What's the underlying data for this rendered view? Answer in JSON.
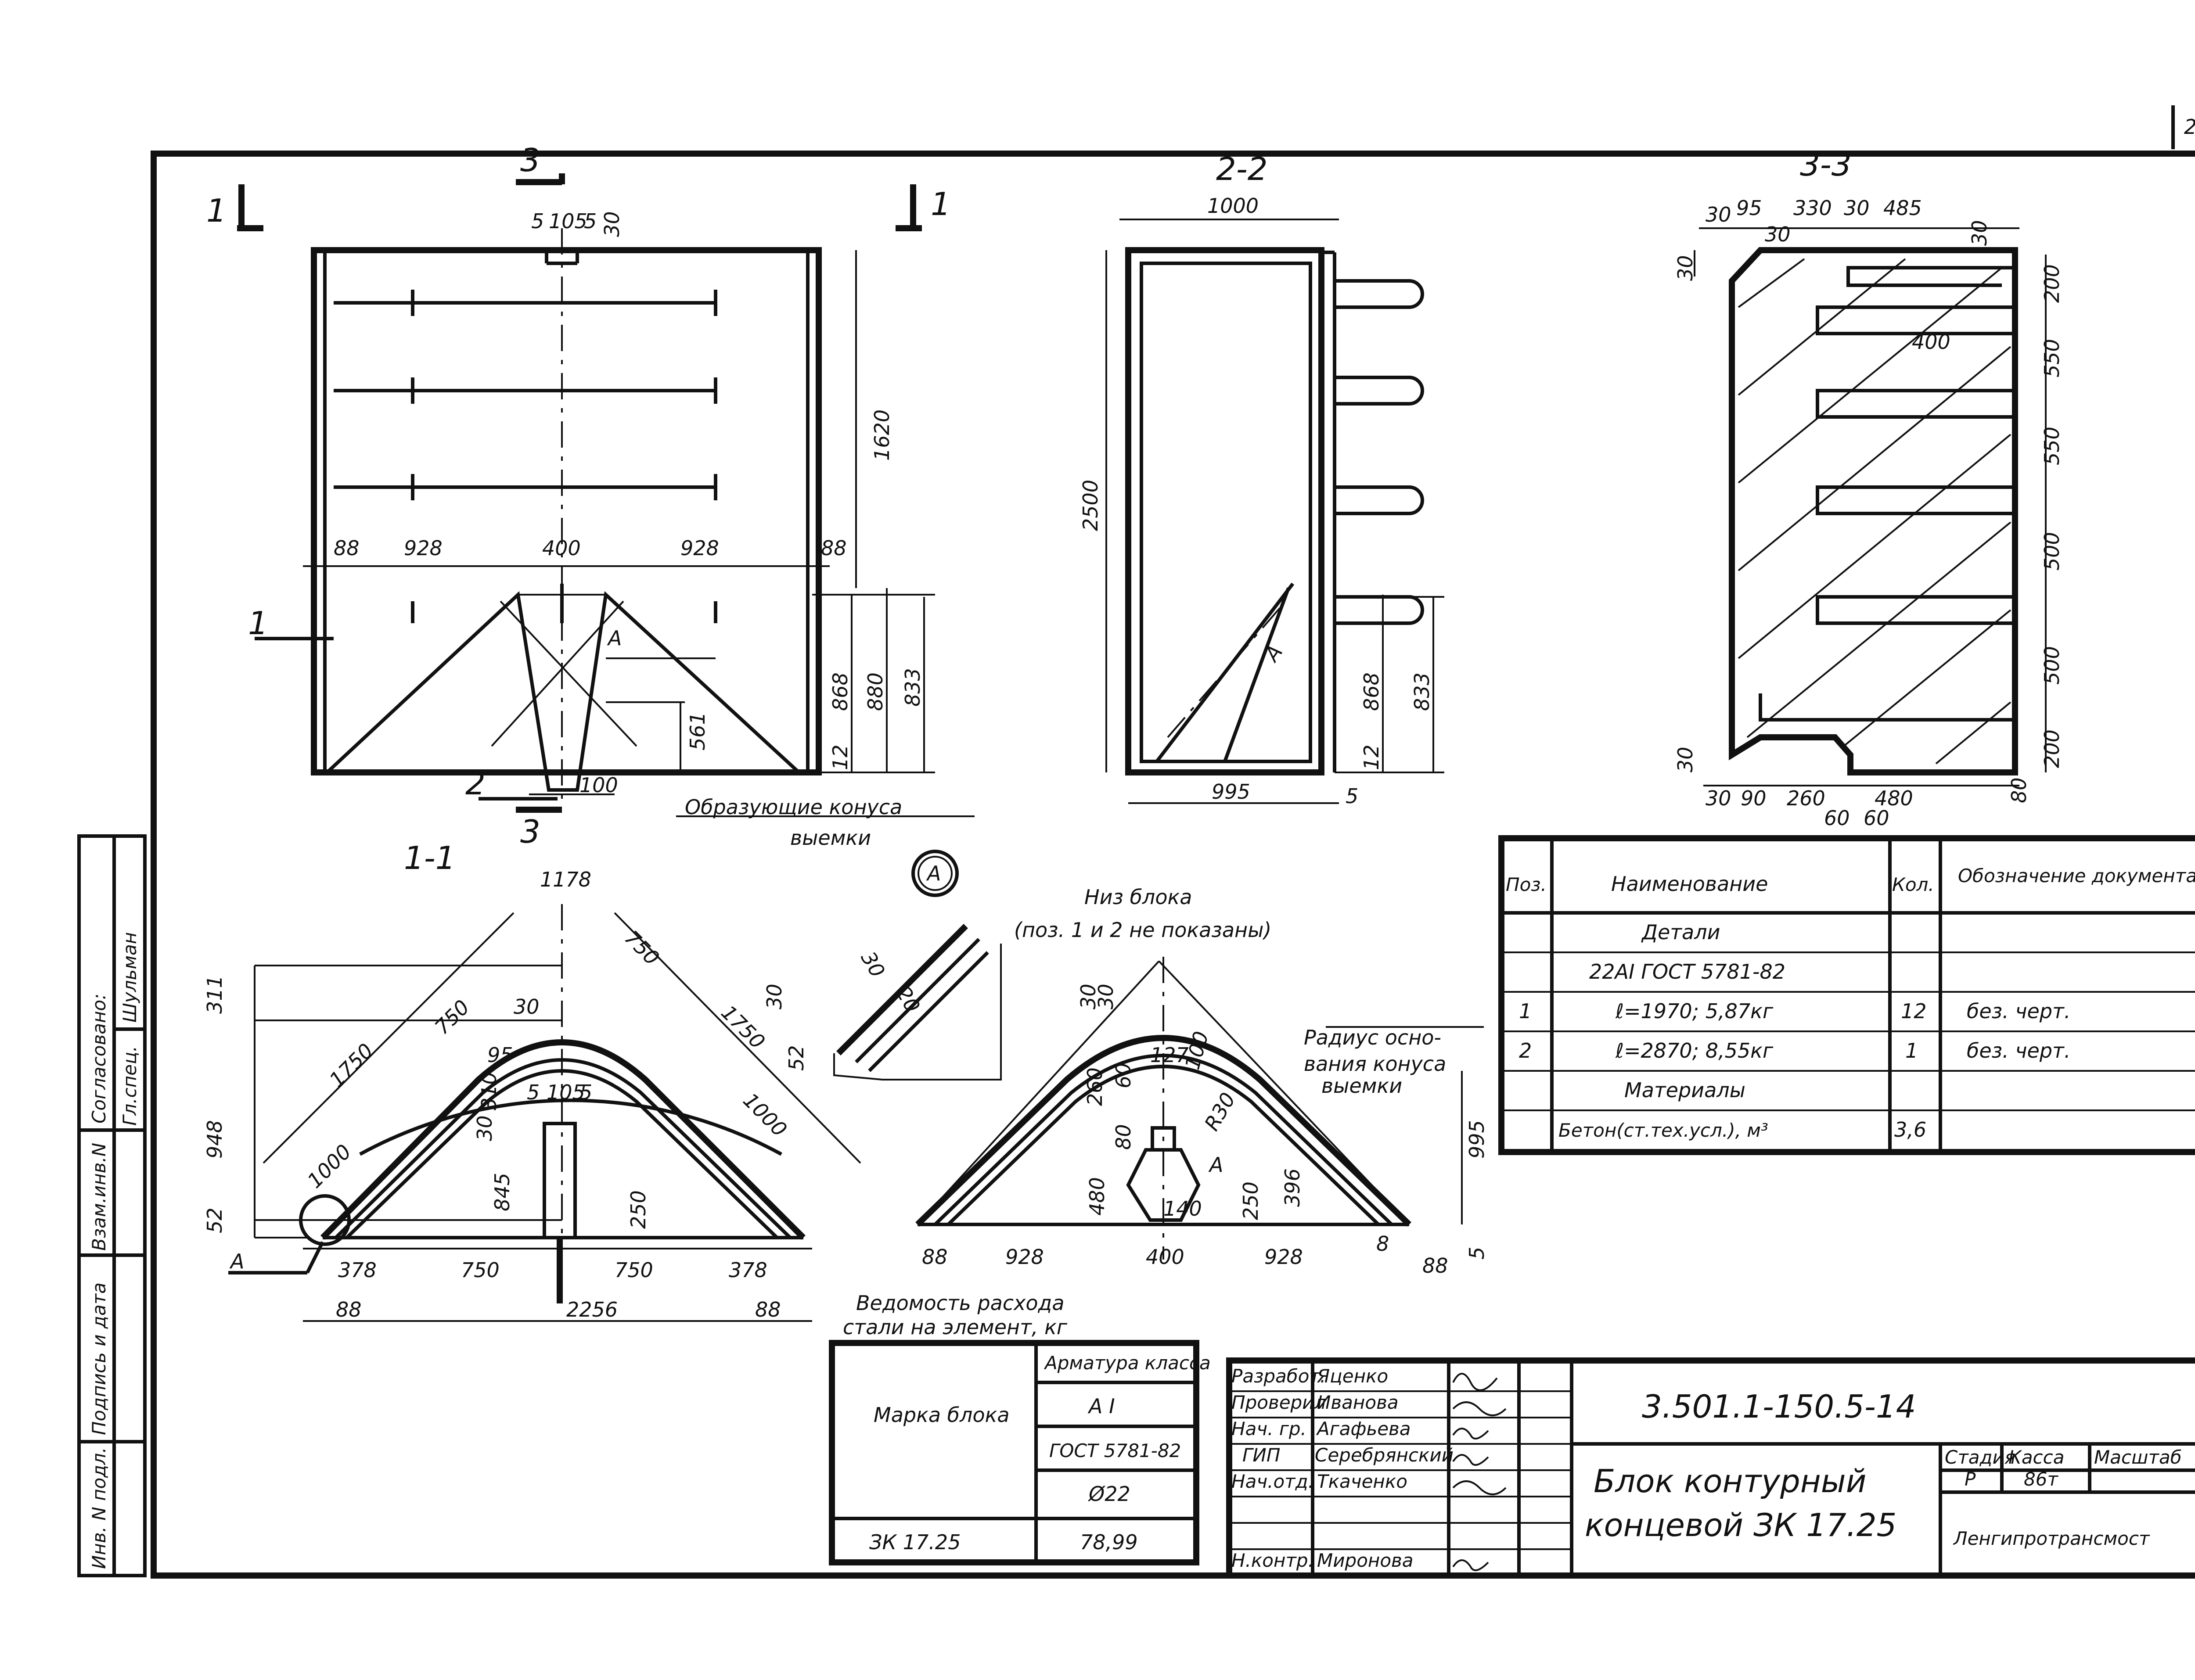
{
  "sheet_number": "2.",
  "side_stamp": {
    "agreed": "Согласовано:",
    "role": "Гл.спец.",
    "name": "Шульман",
    "inv_replace": "Взам.инв.N",
    "sign_date": "Подпись и дата",
    "inv_orig": "Инв. N подл."
  },
  "views": {
    "front": {
      "cut_1": "1",
      "cut_3": "3",
      "leader_1": "1",
      "leader_2": "2",
      "leader_A": "А",
      "dims": [
        "5",
        "105",
        "5",
        "30",
        "1620",
        "88",
        "928",
        "400",
        "928",
        "88",
        "868",
        "880",
        "833",
        "12",
        "561",
        "100"
      ],
      "note_line1": "Образующие конуса",
      "note_line2": "выемки"
    },
    "section_2_2": {
      "title": "2-2",
      "leader_A": "А",
      "dims": [
        "1000",
        "2500",
        "868",
        "833",
        "12",
        "995",
        "5"
      ]
    },
    "section_3_3": {
      "title": "3-3",
      "dims_top": [
        "30",
        "95",
        "330",
        "30",
        "485",
        "30"
      ],
      "dims_top2": "30",
      "dims_left": "30",
      "dims_inner": "400",
      "dims_right": [
        "200",
        "550",
        "550",
        "500",
        "500",
        "200"
      ],
      "dims_bottom": [
        "30",
        "30",
        "90",
        "260",
        "480",
        "80"
      ],
      "dims_bottom2": [
        "60",
        "60"
      ]
    },
    "section_1_1": {
      "title": "1-1",
      "leader_A": "А",
      "dims": [
        "1178",
        "311",
        "750",
        "750",
        "1750",
        "1750",
        "1000",
        "1000",
        "948",
        "52",
        "95",
        "30",
        "5",
        "105",
        "5",
        "310",
        "30",
        "845",
        "250",
        "378",
        "750",
        "750",
        "378",
        "88",
        "2256",
        "88"
      ]
    },
    "detail_A": {
      "label": "А",
      "dims": [
        "30",
        "30",
        "20",
        "52"
      ]
    },
    "bottom": {
      "title_line1": "Низ блока",
      "title_line2": "(поз. 1 и 2 не показаны)",
      "leader_A": "А",
      "note_line1": "Радиус осно-",
      "note_line2": "вания конуса",
      "note_line3": "выемки",
      "dims": [
        "30",
        "30",
        "260",
        "60",
        "100",
        "127",
        "R30",
        "80",
        "480",
        "140",
        "250",
        "396",
        "995",
        "5",
        "88",
        "928",
        "400",
        "928",
        "8",
        "88"
      ]
    }
  },
  "steel_table": {
    "title_line1": "Ведомость расхода",
    "title_line2": "стали на элемент, кг",
    "head_mark": "Марка блока",
    "head_rebar": "Арматура класса",
    "class": "А I",
    "gost": "ГОСТ 5781-82",
    "diameter": "Ø22",
    "mark": "ЗК 17.25",
    "mass": "78,99"
  },
  "spec_table": {
    "headers": [
      "Поз.",
      "Наименование",
      "Кол.",
      "Обозначение документа"
    ],
    "rows": [
      {
        "pos": "",
        "name": "Детали",
        "qty": "",
        "doc": ""
      },
      {
        "pos": "",
        "name": "22АI ГОСТ 5781-82",
        "qty": "",
        "doc": ""
      },
      {
        "pos": "1",
        "name": "ℓ=1970; 5,87кг",
        "qty": "12",
        "doc": "без. черт."
      },
      {
        "pos": "2",
        "name": "ℓ=2870; 8,55кг",
        "qty": "1",
        "doc": "без. черт."
      },
      {
        "pos": "",
        "name": "Материалы",
        "qty": "",
        "doc": ""
      },
      {
        "pos": "",
        "name": "Бетон(ст.тех.усл.), м³",
        "qty": "3,6",
        "doc": ""
      }
    ]
  },
  "title_block": {
    "code": "3.501.1-150.5-14",
    "name_line1": "Блок контурный",
    "name_line2": "концевой ЗК 17.25",
    "stage_h": "Стадия",
    "stage": "Р",
    "class_h": "Касса",
    "class_v": "86т",
    "scale_h": "Масштаб",
    "org": "Ленгипротрансмост",
    "staff": [
      {
        "role": "Разработ.",
        "name": "Яценко"
      },
      {
        "role": "Проверил",
        "name": "Иванова"
      },
      {
        "role": "Нач. гр.",
        "name": "Агафьева"
      },
      {
        "role": "ГИП",
        "name": "Серебрянский"
      },
      {
        "role": "Нач.отд.",
        "name": "Ткаченко"
      },
      {
        "role": "",
        "name": ""
      },
      {
        "role": "Н.контр.",
        "name": "Миронова"
      }
    ]
  }
}
